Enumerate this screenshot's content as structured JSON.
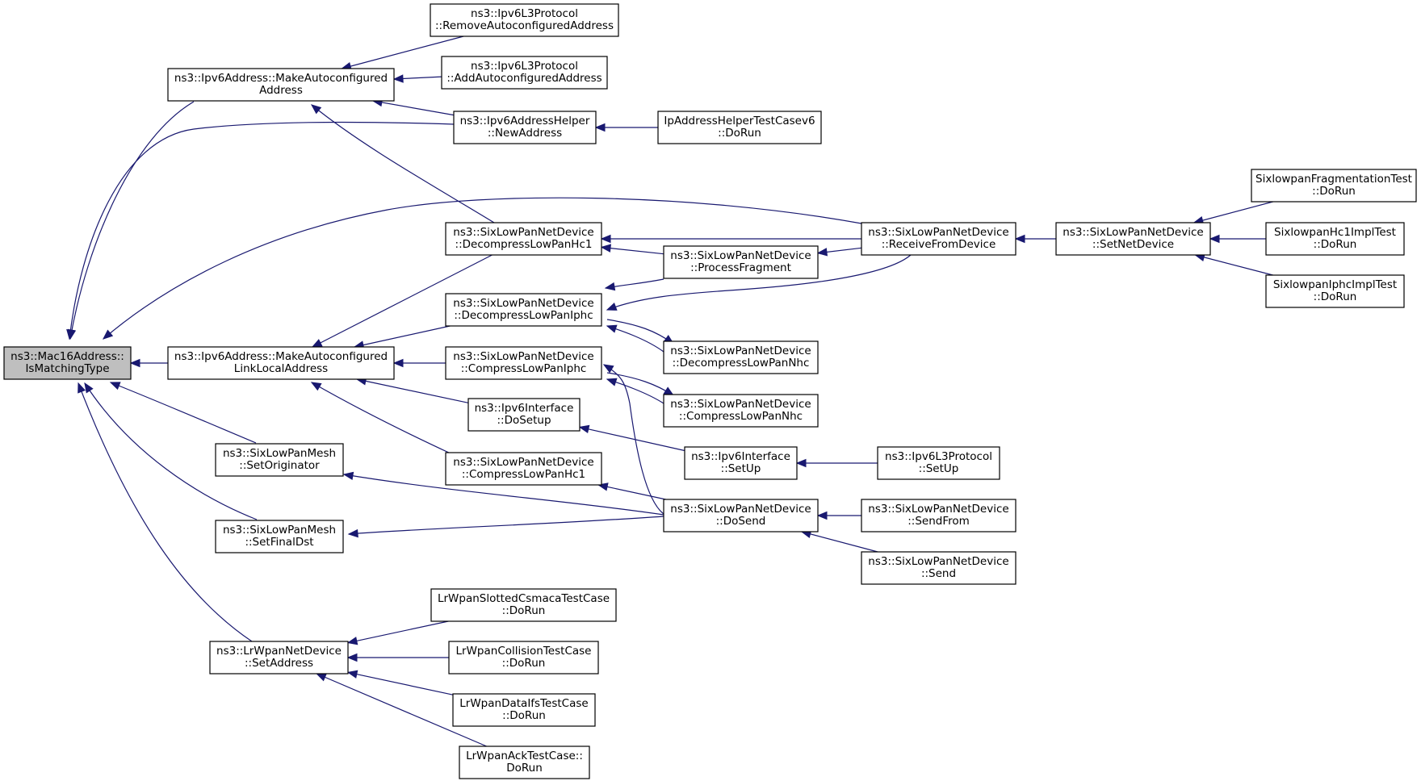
{
  "diagram": {
    "type": "doxygen-caller-graph",
    "colors": {
      "edge": "#191970",
      "root_fill": "#bfbfbf",
      "node_fill": "#ffffff",
      "node_border": "#000000"
    },
    "nodes": [
      {
        "id": "root",
        "lines": [
          "ns3::Mac16Address::",
          "IsMatchingType"
        ],
        "highlight": true
      },
      {
        "id": "mkAuto",
        "lines": [
          "ns3::Ipv6Address::MakeAutoconfigured",
          "Address"
        ]
      },
      {
        "id": "mkLL",
        "lines": [
          "ns3::Ipv6Address::MakeAutoconfigured",
          "LinkLocalAddress"
        ]
      },
      {
        "id": "meshOrig",
        "lines": [
          "ns3::SixLowPanMesh",
          "::SetOriginator"
        ]
      },
      {
        "id": "meshFinal",
        "lines": [
          "ns3::SixLowPanMesh",
          "::SetFinalDst"
        ]
      },
      {
        "id": "lrSetAddr",
        "lines": [
          "ns3::LrWpanNetDevice",
          "::SetAddress"
        ]
      },
      {
        "id": "removeAuto",
        "lines": [
          "ns3::Ipv6L3Protocol",
          "::RemoveAutoconfiguredAddress"
        ]
      },
      {
        "id": "addAuto",
        "lines": [
          "ns3::Ipv6L3Protocol",
          "::AddAutoconfiguredAddress"
        ]
      },
      {
        "id": "newAddr",
        "lines": [
          "ns3::Ipv6AddressHelper",
          "::NewAddress"
        ]
      },
      {
        "id": "ipHelperTest",
        "lines": [
          "IpAddressHelperTestCasev6",
          "::DoRun"
        ]
      },
      {
        "id": "decHc1",
        "lines": [
          "ns3::SixLowPanNetDevice",
          "::DecompressLowPanHc1"
        ]
      },
      {
        "id": "decIphc",
        "lines": [
          "ns3::SixLowPanNetDevice",
          "::DecompressLowPanIphc"
        ]
      },
      {
        "id": "compIphc",
        "lines": [
          "ns3::SixLowPanNetDevice",
          "::CompressLowPanIphc"
        ]
      },
      {
        "id": "ifSetup",
        "lines": [
          "ns3::Ipv6Interface",
          "::DoSetup"
        ]
      },
      {
        "id": "compHc1",
        "lines": [
          "ns3::SixLowPanNetDevice",
          "::CompressLowPanHc1"
        ]
      },
      {
        "id": "procFrag",
        "lines": [
          "ns3::SixLowPanNetDevice",
          "::ProcessFragment"
        ]
      },
      {
        "id": "decNhc",
        "lines": [
          "ns3::SixLowPanNetDevice",
          "::DecompressLowPanNhc"
        ]
      },
      {
        "id": "compNhc",
        "lines": [
          "ns3::SixLowPanNetDevice",
          "::CompressLowPanNhc"
        ]
      },
      {
        "id": "ifSetUp",
        "lines": [
          "ns3::Ipv6Interface",
          "::SetUp"
        ]
      },
      {
        "id": "doSend",
        "lines": [
          "ns3::SixLowPanNetDevice",
          "::DoSend"
        ]
      },
      {
        "id": "recvFrom",
        "lines": [
          "ns3::SixLowPanNetDevice",
          "::ReceiveFromDevice"
        ]
      },
      {
        "id": "l3SetUp",
        "lines": [
          "ns3::Ipv6L3Protocol",
          "::SetUp"
        ]
      },
      {
        "id": "sendFrom",
        "lines": [
          "ns3::SixLowPanNetDevice",
          "::SendFrom"
        ]
      },
      {
        "id": "send",
        "lines": [
          "ns3::SixLowPanNetDevice",
          "::Send"
        ]
      },
      {
        "id": "setNetDev",
        "lines": [
          "ns3::SixLowPanNetDevice",
          "::SetNetDevice"
        ]
      },
      {
        "id": "fragTest",
        "lines": [
          "SixlowpanFragmentationTest",
          "::DoRun"
        ]
      },
      {
        "id": "hc1Test",
        "lines": [
          "SixlowpanHc1ImplTest",
          "::DoRun"
        ]
      },
      {
        "id": "iphcTest",
        "lines": [
          "SixlowpanIphcImplTest",
          "::DoRun"
        ]
      },
      {
        "id": "csmacaTest",
        "lines": [
          "LrWpanSlottedCsmacaTestCase",
          "::DoRun"
        ]
      },
      {
        "id": "collTest",
        "lines": [
          "LrWpanCollisionTestCase",
          "::DoRun"
        ]
      },
      {
        "id": "ifsTest",
        "lines": [
          "LrWpanDataIfsTestCase",
          "::DoRun"
        ]
      },
      {
        "id": "ackTest",
        "lines": [
          "LrWpanAckTestCase::",
          "DoRun"
        ]
      }
    ],
    "edges": [
      {
        "from": "mkAuto",
        "to": "root"
      },
      {
        "from": "newAddr",
        "to": "root"
      },
      {
        "from": "recvFrom",
        "to": "root"
      },
      {
        "from": "mkLL",
        "to": "root"
      },
      {
        "from": "meshOrig",
        "to": "root"
      },
      {
        "from": "meshFinal",
        "to": "root"
      },
      {
        "from": "lrSetAddr",
        "to": "root"
      },
      {
        "from": "removeAuto",
        "to": "mkAuto"
      },
      {
        "from": "addAuto",
        "to": "mkAuto"
      },
      {
        "from": "newAddr",
        "to": "mkAuto"
      },
      {
        "from": "decHc1",
        "to": "mkAuto"
      },
      {
        "from": "ipHelperTest",
        "to": "newAddr"
      },
      {
        "from": "decHc1",
        "to": "mkLL"
      },
      {
        "from": "decIphc",
        "to": "mkLL"
      },
      {
        "from": "compIphc",
        "to": "mkLL"
      },
      {
        "from": "ifSetup",
        "to": "mkLL"
      },
      {
        "from": "compHc1",
        "to": "mkLL"
      },
      {
        "from": "recvFrom",
        "to": "decHc1"
      },
      {
        "from": "procFrag",
        "to": "decHc1"
      },
      {
        "from": "procFrag",
        "to": "decIphc"
      },
      {
        "from": "recvFrom",
        "to": "decIphc"
      },
      {
        "from": "decNhc",
        "to": "decIphc"
      },
      {
        "from": "decIphc",
        "to": "decNhc"
      },
      {
        "from": "compNhc",
        "to": "compIphc"
      },
      {
        "from": "compIphc",
        "to": "compNhc"
      },
      {
        "from": "doSend",
        "to": "compIphc"
      },
      {
        "from": "ifSetUp",
        "to": "ifSetup"
      },
      {
        "from": "doSend",
        "to": "compHc1"
      },
      {
        "from": "doSend",
        "to": "meshOrig"
      },
      {
        "from": "doSend",
        "to": "meshFinal"
      },
      {
        "from": "recvFrom",
        "to": "procFrag"
      },
      {
        "from": "l3SetUp",
        "to": "ifSetUp"
      },
      {
        "from": "sendFrom",
        "to": "doSend"
      },
      {
        "from": "send",
        "to": "doSend"
      },
      {
        "from": "setNetDev",
        "to": "recvFrom"
      },
      {
        "from": "fragTest",
        "to": "setNetDev"
      },
      {
        "from": "hc1Test",
        "to": "setNetDev"
      },
      {
        "from": "iphcTest",
        "to": "setNetDev"
      },
      {
        "from": "csmacaTest",
        "to": "lrSetAddr"
      },
      {
        "from": "collTest",
        "to": "lrSetAddr"
      },
      {
        "from": "ifsTest",
        "to": "lrSetAddr"
      },
      {
        "from": "ackTest",
        "to": "lrSetAddr"
      }
    ]
  }
}
